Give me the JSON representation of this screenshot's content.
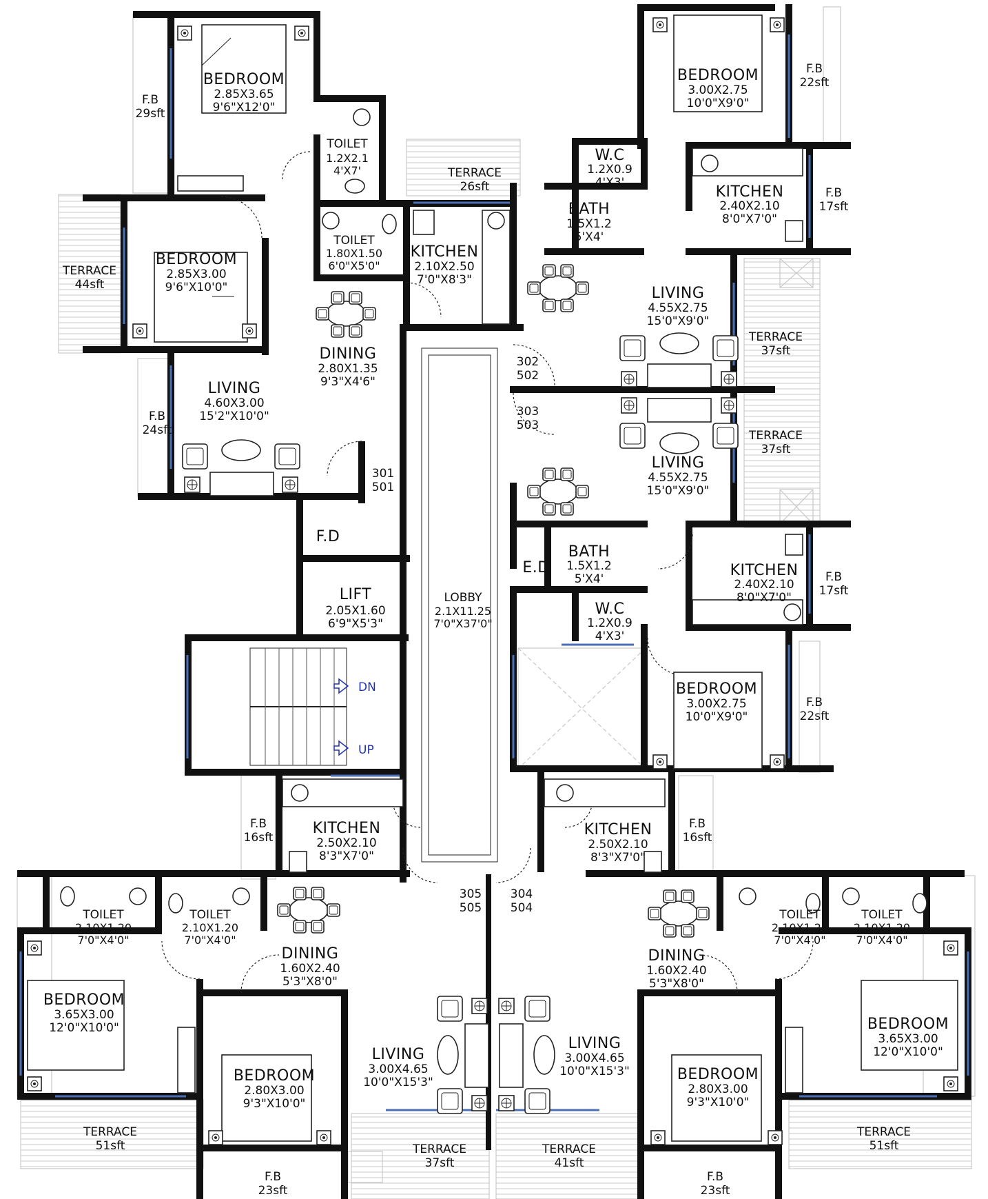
{
  "plan": {
    "wings": {
      "top_left": {
        "bedroom_1": {
          "name": "BEDROOM",
          "size_m": "2.85X3.65",
          "size_ft": "9'6\"X12'0\""
        },
        "fb_1": {
          "name": "F.B",
          "area": "29sft"
        },
        "toilet_1": {
          "name": "TOILET",
          "size_m": "1.2X2.1",
          "size_ft": "4'X7'"
        },
        "toilet_2": {
          "name": "TOILET",
          "size_m": "1.80X1.50",
          "size_ft": "6'0\"X5'0\""
        },
        "terrace_1": {
          "name": "TERRACE",
          "area": "44sft"
        },
        "bedroom_2": {
          "name": "BEDROOM",
          "size_m": "2.85X3.00",
          "size_ft": "9'6\"X10'0\""
        },
        "terrace_2": {
          "name": "TERRACE",
          "area": "26sft"
        },
        "kitchen": {
          "name": "KITCHEN",
          "size_m": "2.10X2.50",
          "size_ft": "7'0\"X8'3\""
        },
        "dining": {
          "name": "DINING",
          "size_m": "2.80X1.35",
          "size_ft": "9'3\"X4'6\""
        },
        "fb_2": {
          "name": "F.B",
          "area": "24sft"
        },
        "living": {
          "name": "LIVING",
          "size_m": "4.60X3.00",
          "size_ft": "15'2\"X10'0\""
        },
        "flat_no": {
          "line1": "301",
          "line2": "501"
        }
      },
      "top_right": {
        "bedroom_1": {
          "name": "BEDROOM",
          "size_m": "3.00X2.75",
          "size_ft": "10'0\"X9'0\""
        },
        "fb_1": {
          "name": "F.B",
          "area": "22sft"
        },
        "wc": {
          "name": "W.C",
          "size_m": "1.2X0.9",
          "size_ft": "4'X3'"
        },
        "kitchen": {
          "name": "KITCHEN",
          "size_m": "2.40X2.10",
          "size_ft": "8'0\"X7'0\""
        },
        "fb_2": {
          "name": "F.B",
          "area": "17sft"
        },
        "bath": {
          "name": "BATH",
          "size_m": "1.5X1.2",
          "size_ft": "5'X4'"
        },
        "living": {
          "name": "LIVING",
          "size_m": "4.55X2.75",
          "size_ft": "15'0\"X9'0\""
        },
        "terrace": {
          "name": "TERRACE",
          "area": "37sft"
        },
        "flat_no": {
          "line1": "302",
          "line2": "502"
        }
      },
      "mid_right": {
        "flat_no": {
          "line1": "303",
          "line2": "503"
        },
        "terrace": {
          "name": "TERRACE",
          "area": "37sft"
        },
        "living": {
          "name": "LIVING",
          "size_m": "4.55X2.75",
          "size_ft": "15'0\"X9'0\""
        },
        "bath": {
          "name": "BATH",
          "size_m": "1.5X1.2",
          "size_ft": "5'X4'"
        },
        "ed": {
          "name": "E.D"
        },
        "kitchen": {
          "name": "KITCHEN",
          "size_m": "2.40X2.10",
          "size_ft": "8'0\"X7'0\""
        },
        "fb_1": {
          "name": "F.B",
          "area": "17sft"
        },
        "wc": {
          "name": "W.C",
          "size_m": "1.2X0.9",
          "size_ft": "4'X3'"
        },
        "bedroom": {
          "name": "BEDROOM",
          "size_m": "3.00X2.75",
          "size_ft": "10'0\"X9'0\""
        },
        "fb_2": {
          "name": "F.B",
          "area": "22sft"
        }
      },
      "core": {
        "fd": {
          "name": "F.D"
        },
        "lift": {
          "name": "LIFT",
          "size_m": "2.05X1.60",
          "size_ft": "6'9\"X5'3\""
        },
        "lobby": {
          "name": "LOBBY",
          "size_m": "2.1X11.25",
          "size_ft": "7'0\"X37'0\""
        },
        "stair_dn": "DN",
        "stair_up": "UP"
      },
      "bottom_left": {
        "fb_1": {
          "name": "F.B",
          "area": "16sft"
        },
        "kitchen": {
          "name": "KITCHEN",
          "size_m": "2.50X2.10",
          "size_ft": "8'3\"X7'0\""
        },
        "toilet_1": {
          "name": "TOILET",
          "size_m": "2.10X1.20",
          "size_ft": "7'0\"X4'0\""
        },
        "toilet_2": {
          "name": "TOILET",
          "size_m": "2.10X1.20",
          "size_ft": "7'0\"X4'0\""
        },
        "dining": {
          "name": "DINING",
          "size_m": "1.60X2.40",
          "size_ft": "5'3\"X8'0\""
        },
        "bedroom_1": {
          "name": "BEDROOM",
          "size_m": "3.65X3.00",
          "size_ft": "12'0\"X10'0\""
        },
        "bedroom_2": {
          "name": "BEDROOM",
          "size_m": "2.80X3.00",
          "size_ft": "9'3\"X10'0\""
        },
        "living": {
          "name": "LIVING",
          "size_m": "3.00X4.65",
          "size_ft": "10'0\"X15'3\""
        },
        "terrace_1": {
          "name": "TERRACE",
          "area": "51sft"
        },
        "terrace_2": {
          "name": "TERRACE",
          "area": "37sft"
        },
        "fb_2": {
          "name": "F.B",
          "area": "23sft"
        },
        "flat_no": {
          "line1": "305",
          "line2": "505"
        }
      },
      "bottom_right": {
        "fb_1": {
          "name": "F.B",
          "area": "16sft"
        },
        "kitchen": {
          "name": "KITCHEN",
          "size_m": "2.50X2.10",
          "size_ft": "8'3\"X7'0\""
        },
        "toilet_1": {
          "name": "TOILET",
          "size_m": "2.10X1.20",
          "size_ft": "7'0\"X4'0\""
        },
        "toilet_2": {
          "name": "TOILET",
          "size_m": "2.10X1.20",
          "size_ft": "7'0\"X4'0\""
        },
        "dining": {
          "name": "DINING",
          "size_m": "1.60X2.40",
          "size_ft": "5'3\"X8'0\""
        },
        "bedroom_1": {
          "name": "BEDROOM",
          "size_m": "3.65X3.00",
          "size_ft": "12'0\"X10'0\""
        },
        "bedroom_2": {
          "name": "BEDROOM",
          "size_m": "2.80X3.00",
          "size_ft": "9'3\"X10'0\""
        },
        "living": {
          "name": "LIVING",
          "size_m": "3.00X4.65",
          "size_ft": "10'0\"X15'3\""
        },
        "terrace_1": {
          "name": "TERRACE",
          "area": "51sft"
        },
        "terrace_2": {
          "name": "TERRACE",
          "area": "41sft"
        },
        "fb_2": {
          "name": "F.B",
          "area": "23sft"
        },
        "flat_no": {
          "line1": "304",
          "line2": "504"
        }
      }
    }
  }
}
